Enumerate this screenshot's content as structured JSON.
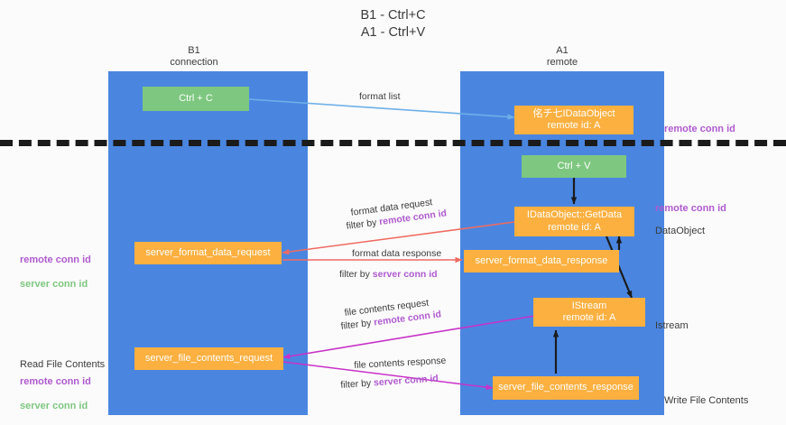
{
  "title": "B1 - Ctrl+C\nA1 - Ctrl+V",
  "colors": {
    "lane": "#4a86e0",
    "green_box": "#7ec780",
    "orange_box": "#fbb040",
    "purple_label": "#b05ad0",
    "green_label": "#7ec780",
    "text": "#3c3c3c",
    "arrow_blue": "#6fb0e8",
    "arrow_red": "#ef6b62",
    "arrow_magenta": "#c832c8",
    "arrow_black": "#1b1b1b",
    "divider": "#1b1b1b",
    "background": "#fbfbfb"
  },
  "columns": [
    {
      "name": "left-lane",
      "title": "B1\nconnection"
    },
    {
      "name": "right-lane",
      "title": "A1\nremote"
    }
  ],
  "boxes": {
    "ctrl_c": {
      "label": "Ctrl + C",
      "kind": "green"
    },
    "ctrl_v": {
      "label": "Ctrl + V",
      "kind": "green"
    },
    "idataobject": {
      "line1": "佲チ七IDataObject",
      "line2": "remote id: A",
      "kind": "orange"
    },
    "getdata": {
      "line1": "IDataObject::GetData",
      "line2": "remote id: A",
      "kind": "orange"
    },
    "istream": {
      "line1": "IStream",
      "line2": "remote id: A",
      "kind": "orange"
    },
    "server_format_data_request": {
      "line1": "server_format_data_request",
      "kind": "orange"
    },
    "server_format_data_response": {
      "line1": "server_format_data_response",
      "kind": "orange"
    },
    "server_file_contents_request": {
      "line1": "server_file_contents_request",
      "kind": "orange"
    },
    "server_file_contents_response": {
      "line1": "server_file_contents_response",
      "kind": "orange"
    }
  },
  "annotations": {
    "format_list": "format list",
    "format_data_request": "format data request",
    "format_data_request_filter_prefix": "filter by ",
    "format_data_request_filter_key": "remote conn id",
    "format_data_response": "format data response",
    "format_data_response_filter_prefix": "filter by ",
    "format_data_response_filter_key": "server conn id",
    "file_contents_request": "file contents request",
    "file_contents_request_filter_prefix": "filter by ",
    "file_contents_request_filter_key": "remote conn id",
    "file_contents_response": "file contents response",
    "file_contents_response_filter_prefix": "filter by ",
    "file_contents_response_filter_key": "server conn id"
  },
  "side_labels": {
    "right_remote_conn_id_top": "remote conn id",
    "right_remote_conn_id_mid": "remote conn id",
    "right_dataobject": "DataObject",
    "right_istream": "Istream",
    "right_write_file_contents": "Write File Contents",
    "left_remote_conn_id": "remote conn id",
    "left_server_conn_id": "server conn id",
    "left_read_file_contents": "Read File Contents",
    "left_remote_conn_id_2": "remote conn id",
    "left_server_conn_id_2": "server conn id"
  }
}
